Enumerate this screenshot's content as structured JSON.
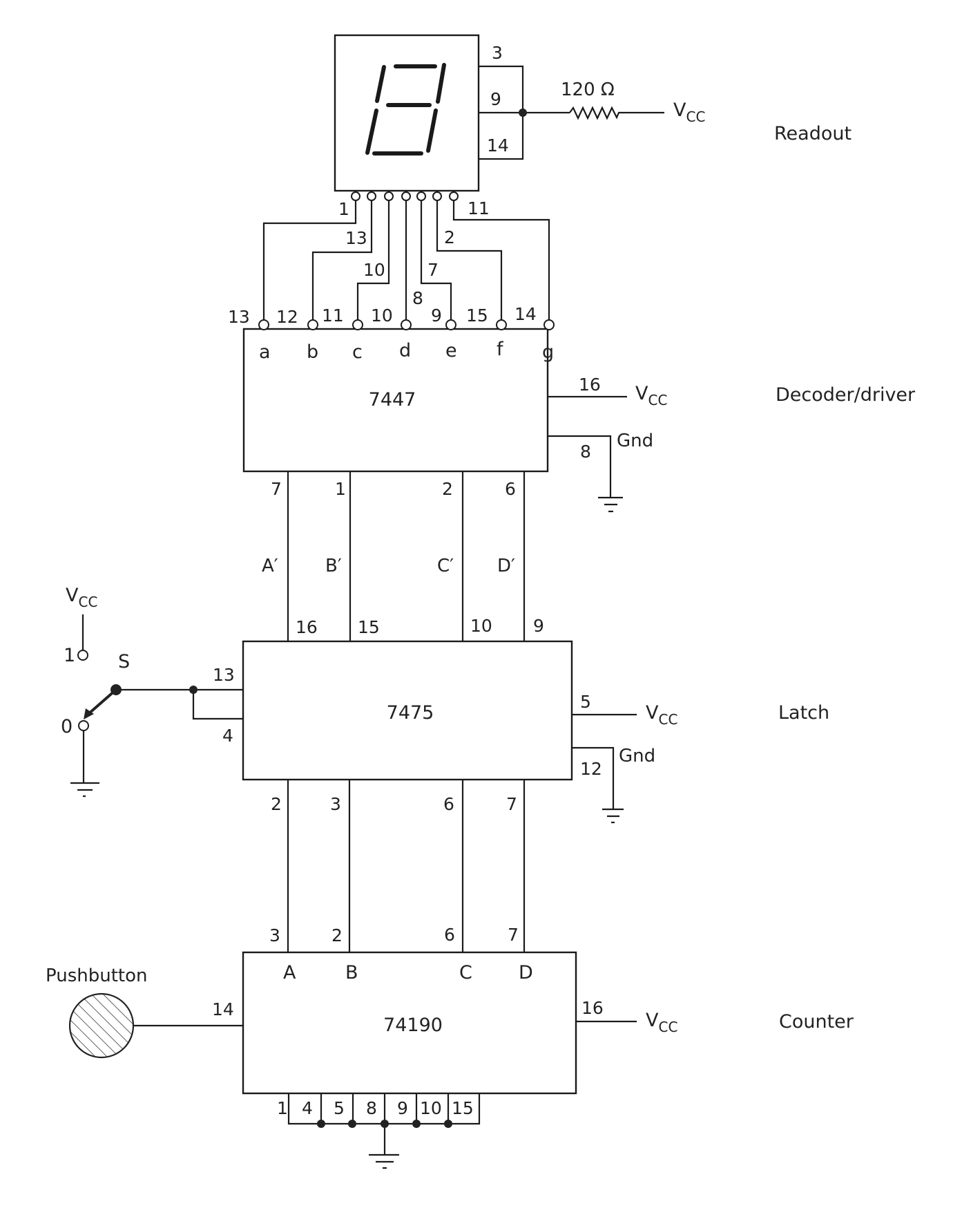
{
  "stages": {
    "readout": "Readout",
    "decoder": "Decoder/driver",
    "latch": "Latch",
    "counter": "Counter"
  },
  "readout": {
    "common_pins": [
      "3",
      "9",
      "14"
    ],
    "resistor": "120 Ω",
    "vcc": "V",
    "vcc_sub": "CC",
    "bottom_pins": [
      "1",
      "13",
      "10",
      "8",
      "7",
      "2",
      "11"
    ]
  },
  "decoder": {
    "chip": "7447",
    "output_pins": [
      "13",
      "12",
      "11",
      "10",
      "9",
      "15",
      "14"
    ],
    "segments": [
      "a",
      "b",
      "c",
      "d",
      "e",
      "f",
      "g"
    ],
    "vcc_pin": "16",
    "gnd_pin": "8",
    "gnd": "Gnd",
    "vcc": "V",
    "vcc_sub": "CC",
    "input_pins": [
      "7",
      "1",
      "2",
      "6"
    ]
  },
  "bus_latch_to_decoder": [
    "A′",
    "B′",
    "C′",
    "D′"
  ],
  "latch": {
    "chip": "7475",
    "output_pins": [
      "16",
      "15",
      "10",
      "9"
    ],
    "enable_pins": [
      "13",
      "4"
    ],
    "vcc_pin": "5",
    "gnd_pin": "12",
    "gnd": "Gnd",
    "vcc": "V",
    "vcc_sub": "CC",
    "input_pins": [
      "2",
      "3",
      "6",
      "7"
    ]
  },
  "switch": {
    "name": "S",
    "pos1": "1",
    "pos0": "0",
    "vcc": "V",
    "vcc_sub": "CC"
  },
  "counter": {
    "chip": "74190",
    "output_pins": [
      "3",
      "2",
      "6",
      "7"
    ],
    "outputs": [
      "A",
      "B",
      "C",
      "D"
    ],
    "clock_pin": "14",
    "vcc_pin": "16",
    "vcc": "V",
    "vcc_sub": "CC",
    "grounded_pins": [
      "1",
      "4",
      "5",
      "8",
      "9",
      "10",
      "15"
    ]
  },
  "pushbutton": {
    "label": "Pushbutton"
  }
}
